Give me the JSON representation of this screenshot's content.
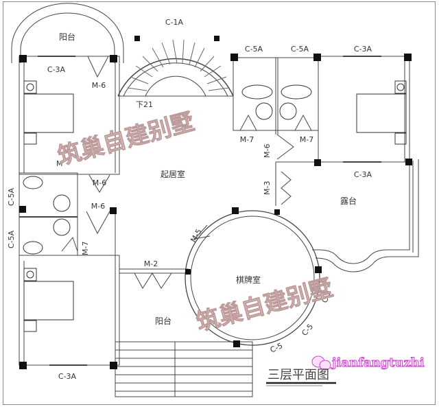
{
  "drawing": {
    "title": "三层平面图",
    "watermark_cn": "筑巢自建别墅",
    "watermark_wechat": "jianfangtuzhi"
  },
  "rooms": {
    "balcony_top": "阳台",
    "living_room": "起居室",
    "terrace": "露台",
    "mahjong_room": "棋牌室",
    "balcony_bottom": "阳台"
  },
  "stairs": {
    "label": "下21"
  },
  "windows": {
    "c1a": "C-1A",
    "c5a_top_1": "C-5A",
    "c5a_top_2": "C-5A",
    "c3a_top_right": "C-3A",
    "c3a_left_top": "C-3A",
    "c3a_right_mid": "C-3A",
    "c5a_left_1": "C-5A",
    "c5a_left_2": "C-5A",
    "c3a_bottom": "C-3A",
    "c5_1": "C-5",
    "c5_2": "C-5",
    "c5_3": "C-5"
  },
  "doors": {
    "m6_a": "M-6",
    "m_b": "M",
    "m6_c": "M-6",
    "m6_d": "M-6",
    "m7_left": "M-7",
    "m7_a": "M-7",
    "m7_b": "M-7",
    "m6_vert": "M-6",
    "m3": "M-3",
    "m5": "M-5",
    "m2": "M-2"
  }
}
